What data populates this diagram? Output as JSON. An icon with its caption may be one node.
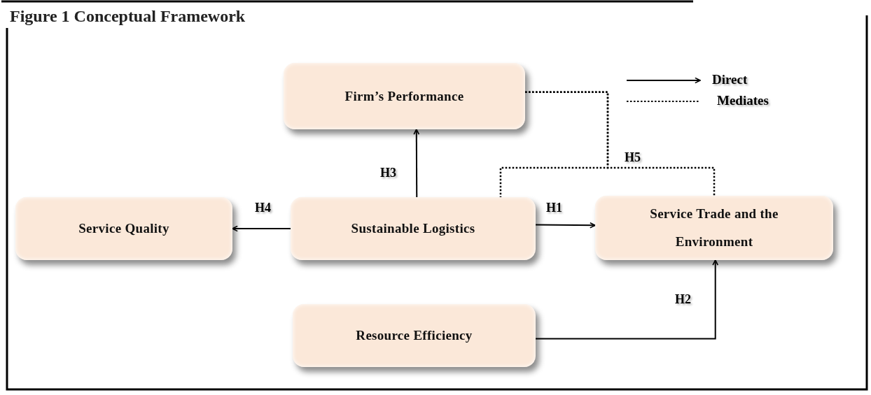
{
  "diagram": {
    "title": "Figure 1 Conceptual Framework",
    "nodes": [
      {
        "text": [
          "Firm’s Performance"
        ]
      },
      {
        "text": [
          "Service Quality"
        ]
      },
      {
        "text": [
          "Sustainable Logistics"
        ]
      },
      {
        "text": [
          "Service Trade and the Environment"
        ]
      },
      {
        "text": [
          "Resource Efficiency"
        ]
      }
    ],
    "edges": [
      {
        "from": 2,
        "to": 0,
        "arrow": "to",
        "label": "H3"
      },
      {
        "from": 2,
        "to": 1,
        "arrow": "to",
        "label": "H4"
      },
      {
        "from": 2,
        "to": 3,
        "arrow": "to",
        "label": "H1"
      },
      {
        "from": 4,
        "to": 3,
        "arrow": "to",
        "label": "H2"
      },
      {
        "from": 0,
        "to": 2,
        "arrow": "none",
        "style": "dashed",
        "label": "H5"
      },
      {
        "from": 0,
        "to": 3,
        "arrow": "none",
        "style": "dashed"
      }
    ],
    "legend": [
      {
        "text": "Direct"
      },
      {
        "text": "Mediates"
      }
    ]
  }
}
